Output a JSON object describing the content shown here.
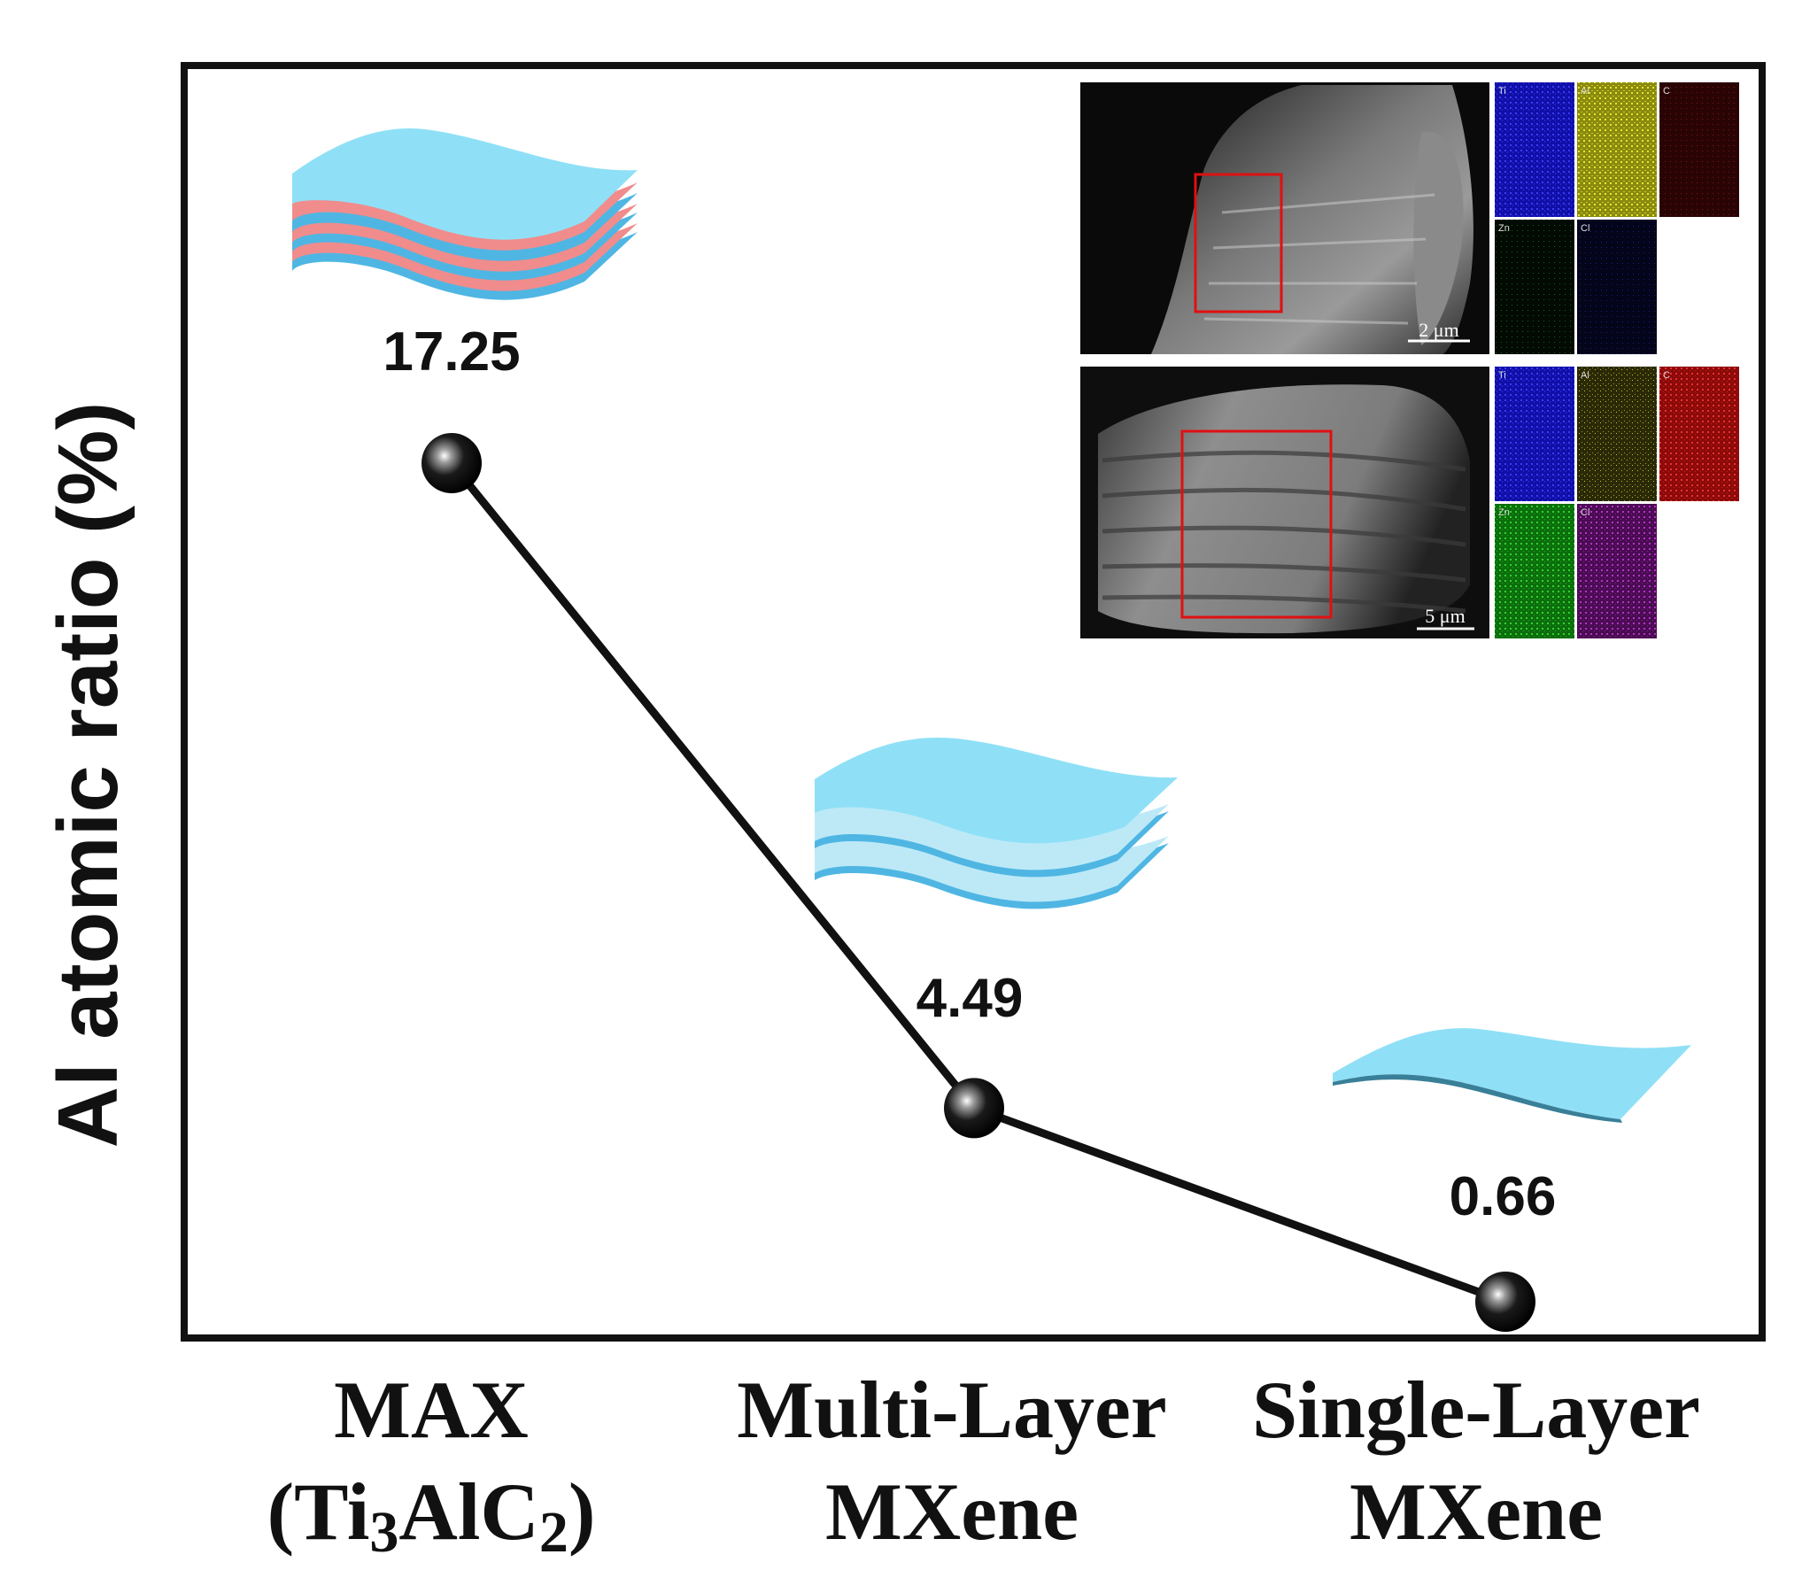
{
  "chart_data": {
    "type": "line",
    "title": "",
    "ylabel": "Al atomic ratio (%)",
    "xlabel": "",
    "categories": [
      {
        "line1": "MAX",
        "line2": "(Ti₃AlC₂)"
      },
      {
        "line1": "Multi-Layer",
        "line2": "MXene"
      },
      {
        "line1": "Single-Layer",
        "line2": "MXene"
      }
    ],
    "values": [
      17.25,
      4.49,
      0.66
    ],
    "value_labels": [
      "17.25",
      "4.49",
      "0.66"
    ],
    "grid": false,
    "legend": "none"
  },
  "inset": {
    "top_panel": {
      "scale_bar": "2 μm",
      "element_maps": [
        "Ti",
        "Al",
        "C",
        "Zn",
        "Cl"
      ]
    },
    "bottom_panel": {
      "scale_bar": "5 μm",
      "element_maps": [
        "Ti",
        "Al",
        "C",
        "Zn",
        "Cl"
      ]
    }
  },
  "colors": {
    "line": "#111111",
    "sheet_blue": "#8fe0f6",
    "sheet_blue_dark": "#4fb6e3",
    "al_layer": "#f08c8c",
    "ti_map": "#1e1ed2",
    "al_map": "#c8c81e",
    "c_map": "#b41414",
    "zn_map": "#1eaa1e",
    "cl_map": "#8c1e96"
  }
}
